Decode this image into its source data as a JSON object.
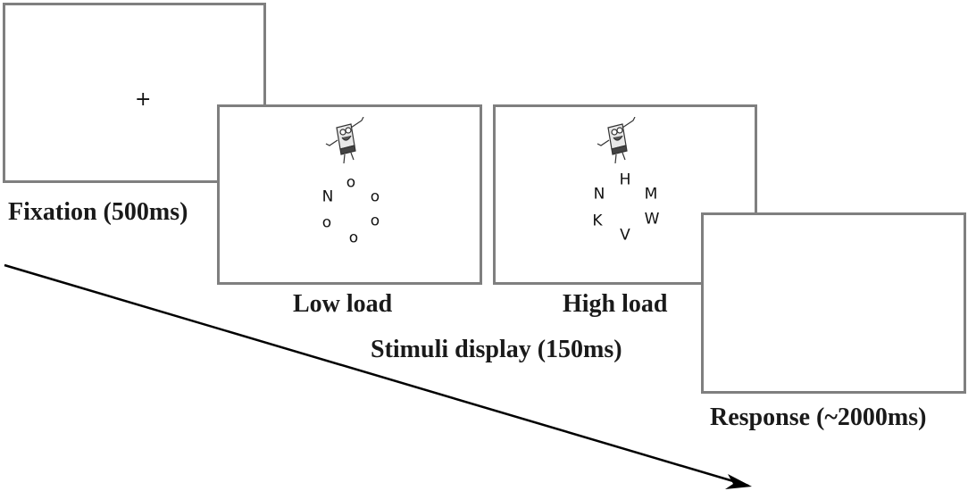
{
  "figure": {
    "stages": [
      {
        "id": "fixation",
        "caption": "Fixation (500ms)",
        "content": {
          "symbol": "+"
        }
      },
      {
        "id": "low-load",
        "caption": "Low load",
        "content": {
          "image": "cartoon-character-distractor",
          "letters": [
            "o",
            "N",
            "o",
            "o",
            "o",
            "o"
          ]
        }
      },
      {
        "id": "high-load",
        "caption": "High load",
        "content": {
          "image": "cartoon-character-distractor",
          "letters": [
            "H",
            "N",
            "M",
            "K",
            "W",
            "V"
          ]
        }
      },
      {
        "id": "response",
        "caption": "Response (~2000ms)",
        "content": {}
      }
    ],
    "group_caption": "Stimuli display (150ms)",
    "timeline_arrow": "time-arrow",
    "colors": {
      "frame": "#7f7f7f",
      "text": "#1a1a1a",
      "arrow": "#000000"
    }
  }
}
